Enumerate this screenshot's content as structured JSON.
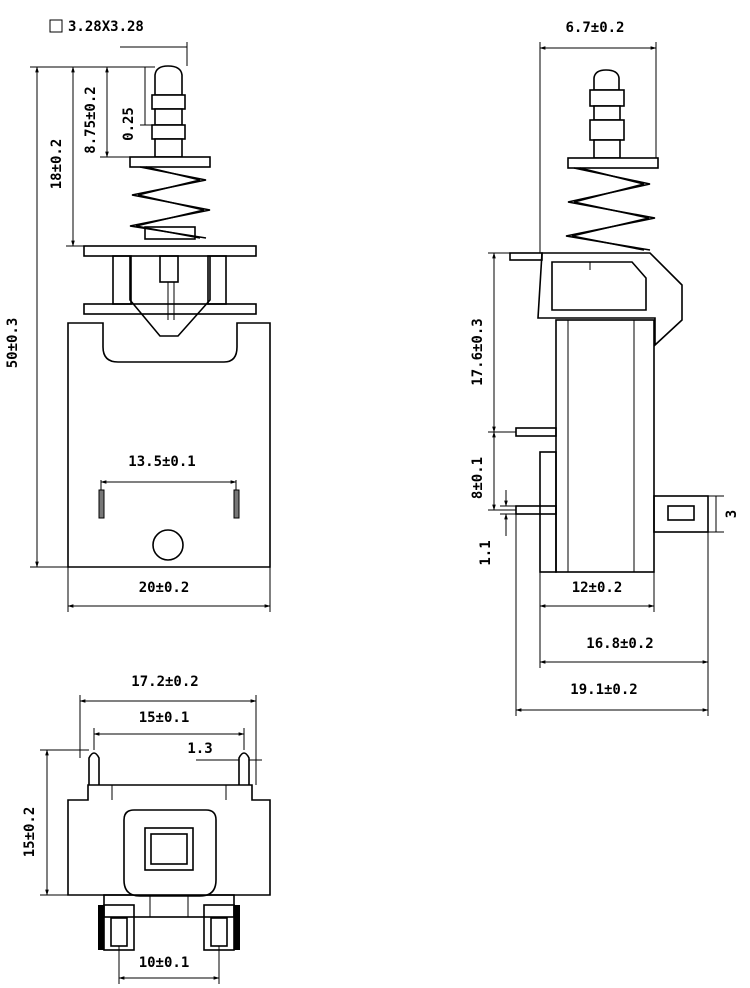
{
  "front_view": {
    "square_note": "3.28X3.28",
    "dim_width": "20±0.2",
    "dim_pin_spacing": "13.5±0.1",
    "dim_total_height": "50±0.3",
    "dim_upper_height": "18±0.2",
    "dim_plunger": "8.75±0.2",
    "dim_small": "0.25"
  },
  "side_view": {
    "dim_top": "6.7±0.2",
    "dim_height": "17.6±0.3",
    "dim_pin_gap": "8±0.1",
    "dim_pin": "1.1",
    "dim_tab": "3",
    "dim_body": "12±0.2",
    "dim_mid": "16.8±0.2",
    "dim_total": "19.1±0.2"
  },
  "bottom_view": {
    "dim_outer": "17.2±0.2",
    "dim_inner": "15±0.1",
    "dim_tip": "1.3",
    "dim_height": "15±0.2",
    "dim_bottom": "10±0.1"
  }
}
